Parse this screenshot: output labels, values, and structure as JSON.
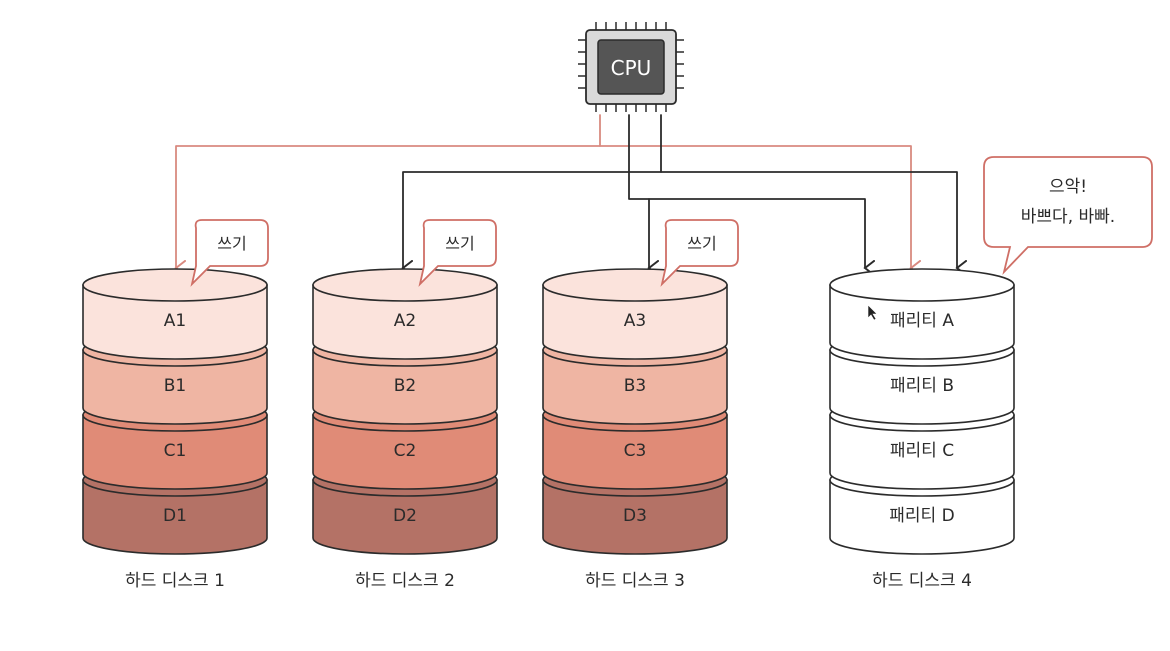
{
  "cpu": {
    "label": "CPU"
  },
  "colors": {
    "row_a": "#fbe3dc",
    "row_b": "#efb5a3",
    "row_c": "#e08b77",
    "row_d": "#b47266",
    "parity": "#ffffff",
    "stroke": "#2b2b2b",
    "write_line": "#d98a80",
    "bubble_border": "#cf6f66"
  },
  "disks": [
    {
      "name": "하드 디스크 1",
      "bubble": "쓰기",
      "rows": [
        "A1",
        "B1",
        "C1",
        "D1"
      ]
    },
    {
      "name": "하드 디스크 2",
      "bubble": "쓰기",
      "rows": [
        "A2",
        "B2",
        "C2",
        "D2"
      ]
    },
    {
      "name": "하드 디스크 3",
      "bubble": "쓰기",
      "rows": [
        "A3",
        "B3",
        "C3",
        "D3"
      ]
    },
    {
      "name": "하드 디스크 4",
      "rows": [
        "패리티 A",
        "패리티 B",
        "패리티 C",
        "패리티 D"
      ]
    }
  ],
  "busy_bubble": {
    "line1": "으악!",
    "line2": "바쁘다, 바빠."
  }
}
